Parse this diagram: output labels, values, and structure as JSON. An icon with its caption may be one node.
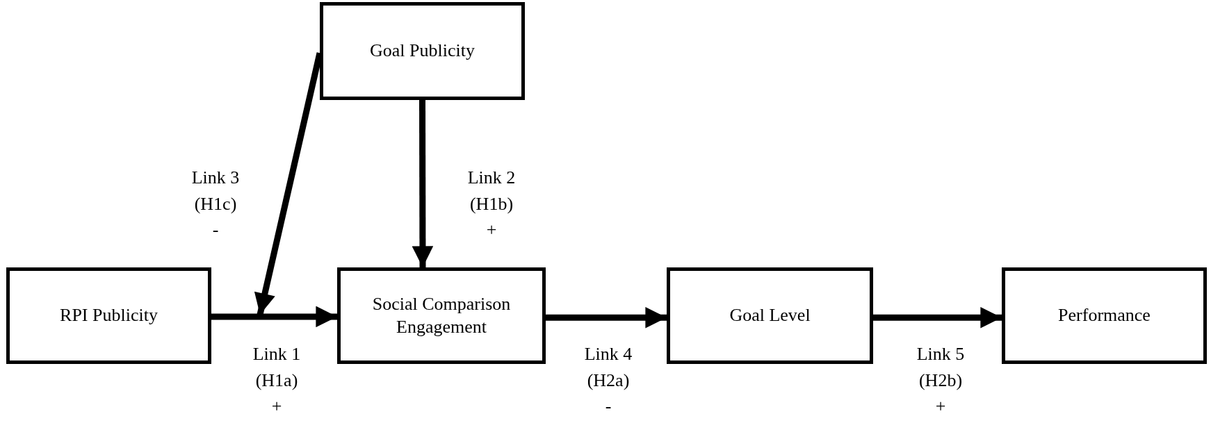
{
  "diagram": {
    "nodes": [
      {
        "text": [
          "Goal Publicity"
        ]
      },
      {
        "text": [
          "RPI Publicity"
        ]
      },
      {
        "text": [
          "Social Comparison Engagement"
        ]
      },
      {
        "text": [
          "Goal Level"
        ]
      },
      {
        "text": [
          "Performance"
        ]
      }
    ],
    "edges": [
      {
        "from": 1,
        "to": 2,
        "arrow": "to",
        "label": "Link 1 (H1a) +"
      },
      {
        "from": 0,
        "to": 2,
        "arrow": "to",
        "label": "Link 2 (H1b) +"
      },
      {
        "from": 0,
        "to": null,
        "arrow": "to",
        "label": "Link 3 (H1c) -"
      },
      {
        "from": 2,
        "to": 3,
        "arrow": "to",
        "label": "Link 4 (H2a) -"
      },
      {
        "from": 3,
        "to": 4,
        "arrow": "to",
        "label": "Link 5 (H2b) +"
      }
    ]
  }
}
